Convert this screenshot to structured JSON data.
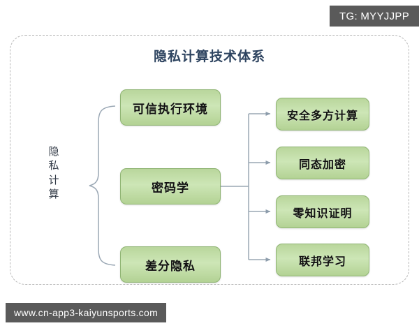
{
  "overlays": {
    "tg_badge": "TG: MYYJJPP",
    "site_badge": "www.cn-app3-kaiyunsports.com"
  },
  "diagram": {
    "title": "隐私计算技术体系",
    "root": {
      "label": "隐私计算",
      "chars": [
        "隐",
        "私",
        "计",
        "算"
      ]
    },
    "primary_nodes": [
      {
        "id": "tee",
        "label": "可信执行环境"
      },
      {
        "id": "crypto",
        "label": "密码学"
      },
      {
        "id": "dp",
        "label": "差分隐私"
      }
    ],
    "leaf_nodes": [
      {
        "id": "mpc",
        "label": "安全多方计算"
      },
      {
        "id": "he",
        "label": "同态加密"
      },
      {
        "id": "zkp",
        "label": "零知识证明"
      },
      {
        "id": "fl",
        "label": "联邦学习"
      }
    ],
    "colors": {
      "node_fill_top": "#b9d69c",
      "node_fill_mid": "#cde6b6",
      "node_fill_bottom": "#b3d294",
      "node_border": "#8fb473",
      "title_text": "#2e4460",
      "connector": "#9aa7b4",
      "frame_border": "#b8b8b8",
      "badge_background": "#5a5a5a",
      "badge_text": "#ffffff"
    }
  }
}
